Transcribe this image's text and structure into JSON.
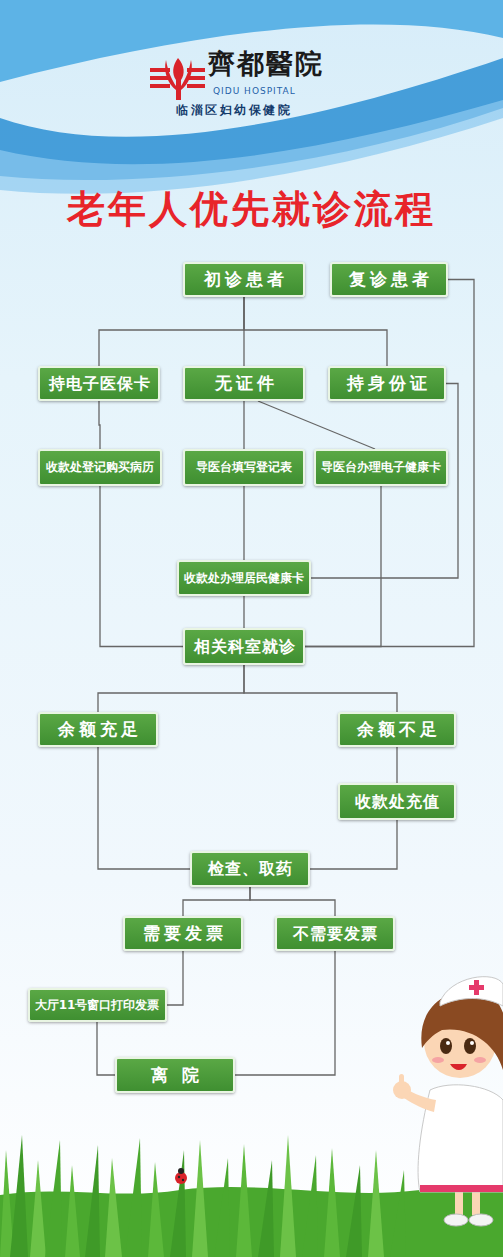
{
  "diagram": {
    "title": "老年人优先就诊流程",
    "nodes": [
      {
        "text": [
          "初诊患者"
        ]
      },
      {
        "text": [
          "复诊患者"
        ]
      },
      {
        "text": [
          "持电子医保卡"
        ]
      },
      {
        "text": [
          "无证件"
        ]
      },
      {
        "text": [
          "持身份证"
        ]
      },
      {
        "text": [
          "收款处登记购买病历"
        ]
      },
      {
        "text": [
          "导医台填写登记表"
        ]
      },
      {
        "text": [
          "导医台办理电子健康卡"
        ]
      },
      {
        "text": [
          "收款处办理居民健康卡"
        ]
      },
      {
        "text": [
          "相关科室就诊"
        ]
      },
      {
        "text": [
          "余额充足"
        ]
      },
      {
        "text": [
          "余额不足"
        ]
      },
      {
        "text": [
          "收款处充值"
        ]
      },
      {
        "text": [
          "检查、取药"
        ]
      },
      {
        "text": [
          "需要发票"
        ]
      },
      {
        "text": [
          "不需要发票"
        ]
      },
      {
        "text": [
          "大厅11号窗口打印发票"
        ]
      },
      {
        "text": [
          "离院"
        ]
      }
    ],
    "edges": [
      {
        "from": 0,
        "to": 2,
        "arrow": "none"
      },
      {
        "from": 0,
        "to": 3,
        "arrow": "none"
      },
      {
        "from": 0,
        "to": 4,
        "arrow": "none"
      },
      {
        "from": 2,
        "to": 5,
        "arrow": "none"
      },
      {
        "from": 3,
        "to": 6,
        "arrow": "none"
      },
      {
        "from": 3,
        "to": 7,
        "arrow": "none"
      },
      {
        "from": 4,
        "to": 8,
        "arrow": "none"
      },
      {
        "from": 6,
        "to": 8,
        "arrow": "none"
      },
      {
        "from": 8,
        "to": 9,
        "arrow": "none"
      },
      {
        "from": 5,
        "to": 9,
        "arrow": "none"
      },
      {
        "from": 7,
        "to": 9,
        "arrow": "none"
      },
      {
        "from": 1,
        "to": 9,
        "arrow": "none"
      },
      {
        "from": 9,
        "to": 10,
        "arrow": "none"
      },
      {
        "from": 9,
        "to": 11,
        "arrow": "none"
      },
      {
        "from": 10,
        "to": 13,
        "arrow": "none"
      },
      {
        "from": 11,
        "to": 12,
        "arrow": "none"
      },
      {
        "from": 12,
        "to": 13,
        "arrow": "none"
      },
      {
        "from": 13,
        "to": 14,
        "arrow": "none"
      },
      {
        "from": 13,
        "to": 15,
        "arrow": "none"
      },
      {
        "from": 14,
        "to": 16,
        "arrow": "none"
      },
      {
        "from": 16,
        "to": 17,
        "arrow": "none"
      },
      {
        "from": 15,
        "to": 17,
        "arrow": "none"
      }
    ],
    "labels": [
      "齊都醫院",
      "QIDU HOSPITAL",
      "临淄区妇幼保健院"
    ]
  }
}
